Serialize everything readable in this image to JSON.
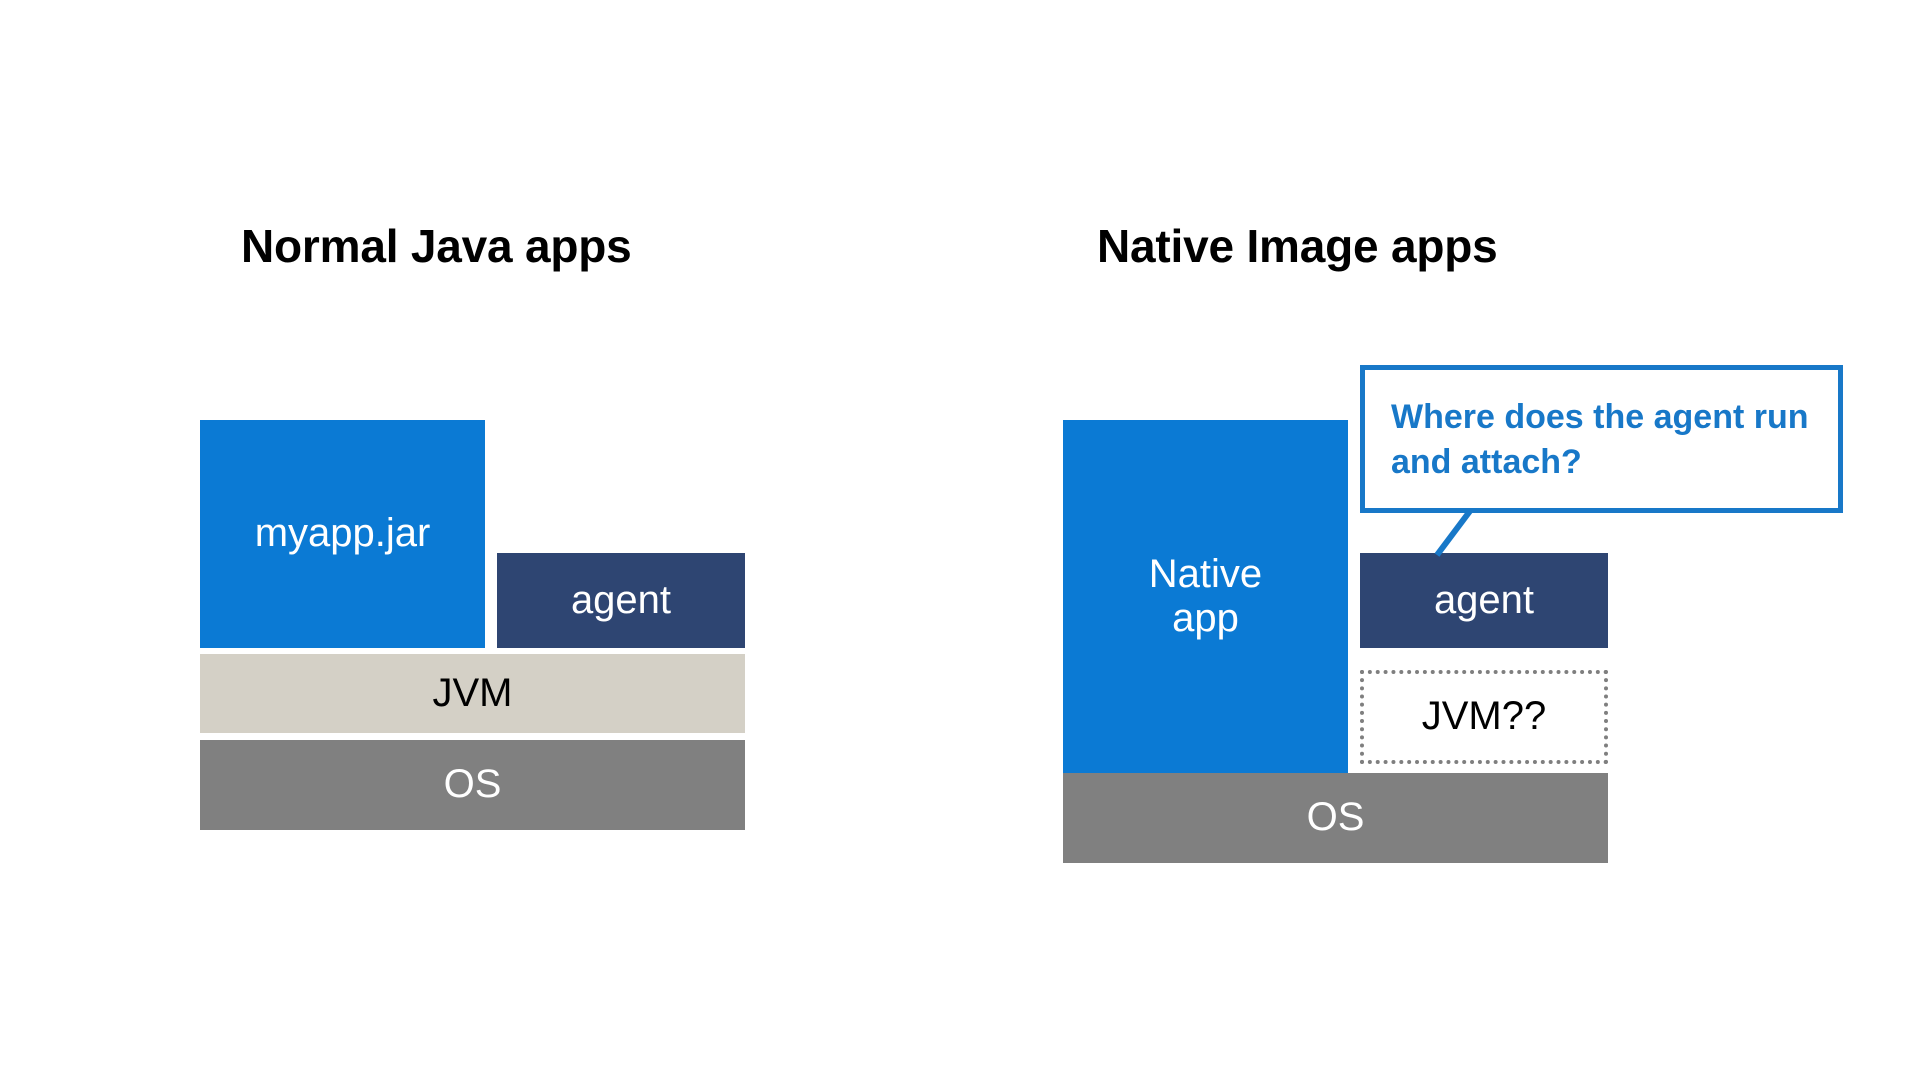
{
  "slide": {
    "background_color": "#FFFFFF",
    "panels": [
      {
        "title": "Normal Java apps",
        "blocks": [
          {
            "label": "myapp.jar",
            "role": "application",
            "color": "#0B7AD4"
          },
          {
            "label": "agent",
            "role": "agent",
            "color": "#2E4572"
          },
          {
            "label": "JVM",
            "role": "runtime",
            "color": "#D4D0C6"
          },
          {
            "label": "OS",
            "role": "operating-system",
            "color": "#808080"
          }
        ]
      },
      {
        "title": "Native Image apps",
        "blocks": [
          {
            "label": "Native app",
            "role": "application",
            "color": "#0B7AD4"
          },
          {
            "label": "agent",
            "role": "agent",
            "color": "#2E4572"
          },
          {
            "label": "JVM??",
            "role": "runtime-missing",
            "color": "#FFFFFF",
            "border_color": "#7F7F7F",
            "border_style": "dotted"
          },
          {
            "label": "OS",
            "role": "operating-system",
            "color": "#808080"
          }
        ]
      }
    ],
    "callout": {
      "text": "Where does the agent run and attach?",
      "line1": "Where does the agent",
      "line2": "run and attach?",
      "border_color": "#1878C8",
      "text_color": "#1878C8",
      "points_to": "agent"
    }
  },
  "left": {
    "title": "Normal Java apps",
    "app_label": "myapp.jar",
    "agent_label": "agent",
    "jvm_label": "JVM",
    "os_label": "OS"
  },
  "right": {
    "title": "Native Image apps",
    "app_label": "Native app",
    "agent_label": "agent",
    "jvm_label": "JVM??",
    "os_label": "OS"
  },
  "callout": {
    "text": "Where does the agent run and attach?"
  },
  "colors": {
    "app_blue": "#0B7AD4",
    "agent_navy": "#2E4572",
    "jvm_beige": "#D4D0C6",
    "os_gray": "#808080",
    "callout_blue": "#1878C8",
    "ghost_border_gray": "#7F7F7F"
  }
}
